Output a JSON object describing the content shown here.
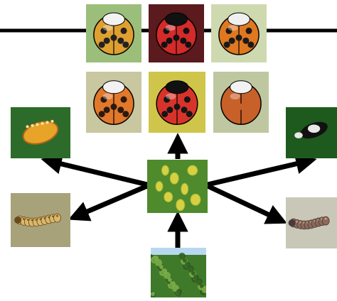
{
  "diagram": {
    "description_free": true,
    "background": "#ffffff",
    "line_color": "#000000",
    "nodes": [
      {
        "id": "ladybird-top-1",
        "kind": "ladybird",
        "palette": {
          "bg": "#9bbf7a",
          "body": "#e0a030",
          "spots": "#222222",
          "head": "#f2f2f2"
        }
      },
      {
        "id": "ladybird-top-2",
        "kind": "ladybird",
        "palette": {
          "bg": "#5a1a1e",
          "body": "#d42a2a",
          "spots": "#111111",
          "head": "#111111"
        }
      },
      {
        "id": "ladybird-top-3",
        "kind": "ladybird",
        "palette": {
          "bg": "#cfd9b0",
          "body": "#e07820",
          "spots": "#1a1a1a",
          "head": "#f0f0f0"
        }
      },
      {
        "id": "ladybird-mid-1",
        "kind": "ladybird",
        "palette": {
          "bg": "#c9c7a0",
          "body": "#e2782a",
          "spots": "#2a1a10",
          "head": "#f2f2f2"
        }
      },
      {
        "id": "ladybird-mid-2",
        "kind": "ladybird",
        "palette": {
          "bg": "#cfc54a",
          "body": "#d8332a",
          "spots": "#151515",
          "head": "#111111"
        }
      },
      {
        "id": "ladybird-mid-3",
        "kind": "ladybird",
        "palette": {
          "bg": "#bfc7a0",
          "body": "#c8602a",
          "spots": "#c8602a",
          "head": "#f2f2f2"
        }
      },
      {
        "id": "pupa-left",
        "kind": "pupa",
        "palette": {
          "bg": "#2d6b2a",
          "body": "#e8a428",
          "spots": "#f5e6a0",
          "head": "#b0641a"
        }
      },
      {
        "id": "larva-left",
        "kind": "larva",
        "palette": {
          "bg": "#a8a27a",
          "body": "#d8b86a",
          "spots": "#8a5a20",
          "head": "#6a4a20"
        }
      },
      {
        "id": "aphids-center",
        "kind": "aphids",
        "palette": {
          "bg": "#4f8a2c",
          "body": "#d8d040",
          "spots": "#9ab83a",
          "head": "#c8c030"
        }
      },
      {
        "id": "crop-field",
        "kind": "field",
        "palette": {
          "bg": "#3f7a2a",
          "body": "#7fb24a",
          "spots": "#2d5a1e",
          "head": "#b8d8f0"
        }
      },
      {
        "id": "beetle-right",
        "kind": "beetle",
        "palette": {
          "bg": "#1e5a1e",
          "body": "#111111",
          "spots": "#e8e8e8",
          "head": "#3f8a2a"
        }
      },
      {
        "id": "larva-right",
        "kind": "larva",
        "palette": {
          "bg": "#c9c8b8",
          "body": "#8a6a5a",
          "spots": "#d8a080",
          "head": "#4a3a3a"
        }
      }
    ]
  }
}
